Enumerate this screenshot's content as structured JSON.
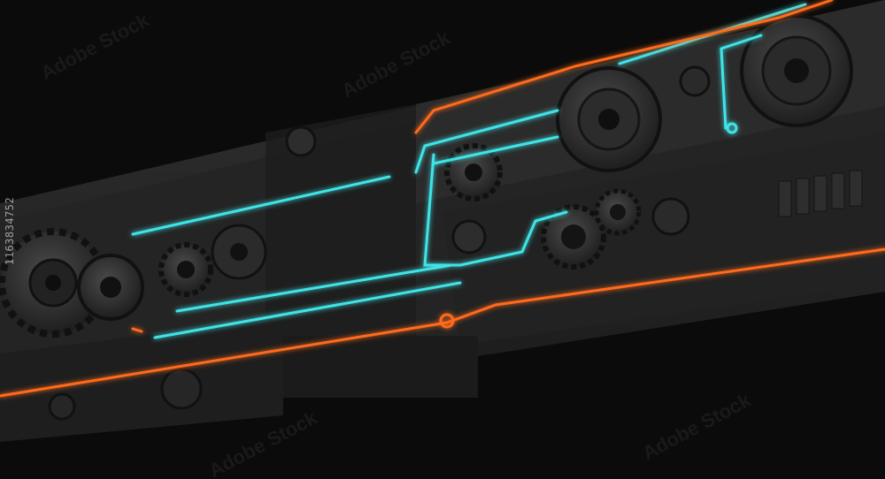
{
  "image": {
    "subject": "Dark mechanical panel with gears and glowing neon conduits",
    "stock_id": "1163834752",
    "watermark_text": "Adobe Stock",
    "colors": {
      "background": "#0b0b0b",
      "panel": "#2a2a2a",
      "panel_dark": "#1c1c1c",
      "gear": "#353535",
      "neon_cyan": "#3fe3e6",
      "neon_orange": "#ff6a1a"
    }
  }
}
